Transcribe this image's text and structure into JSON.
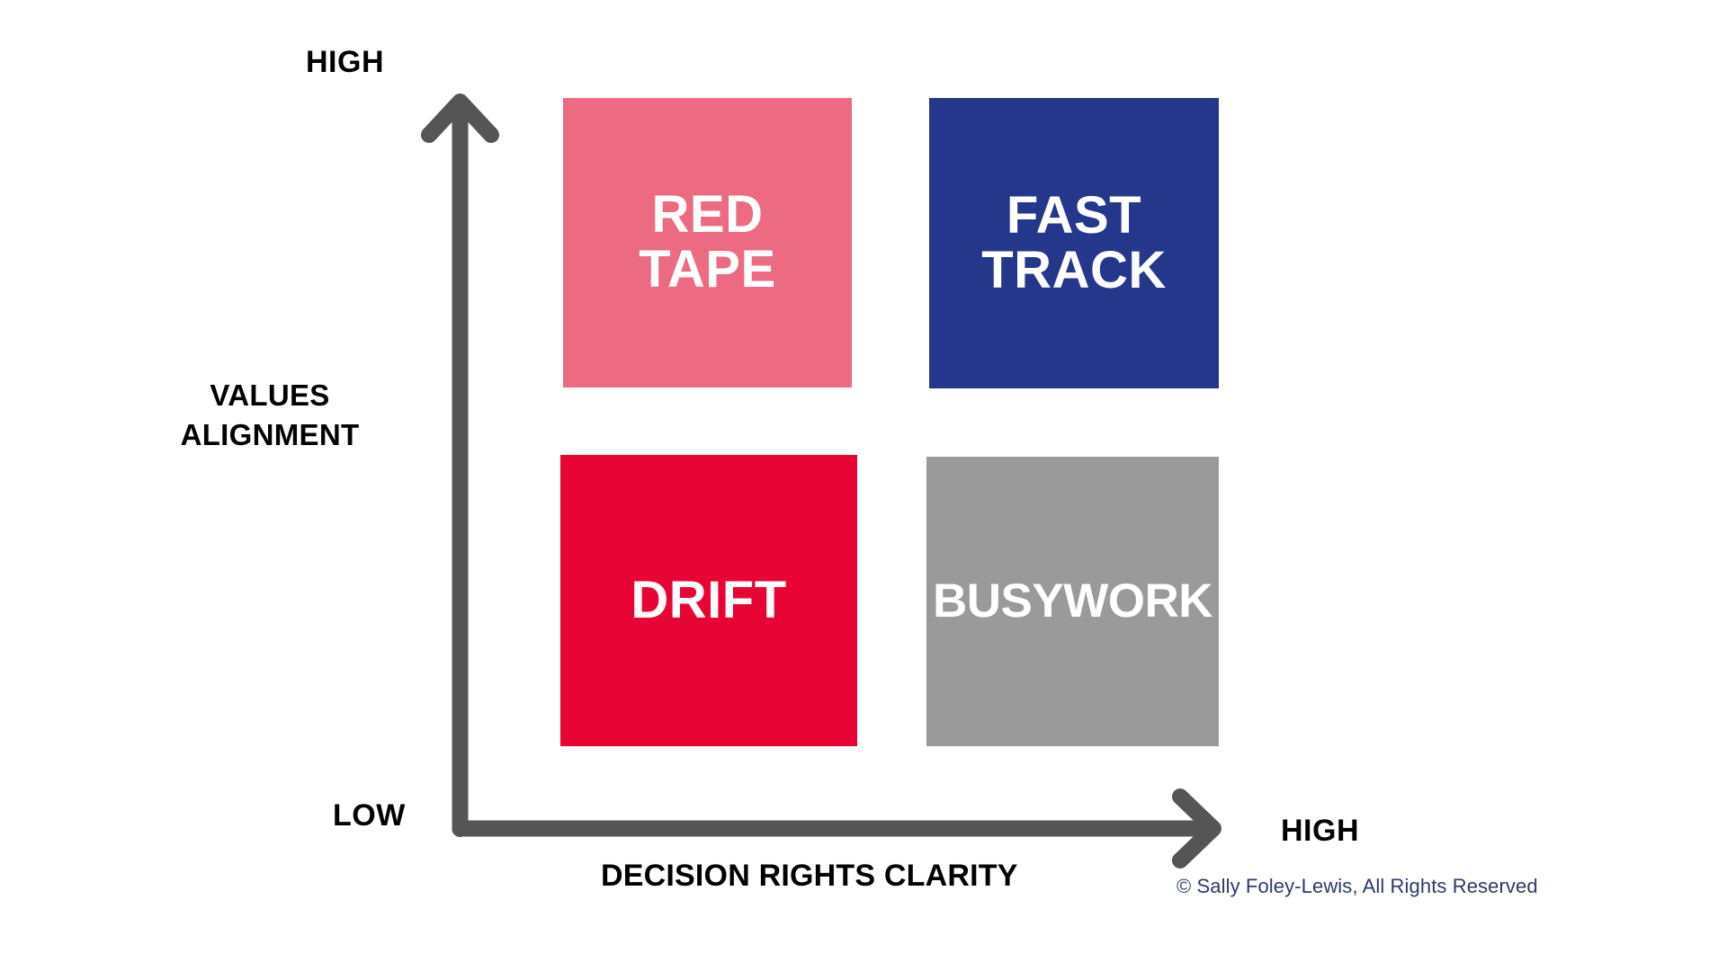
{
  "diagram": {
    "type": "2x2-matrix",
    "background_color": "#FFFFFF",
    "axes": {
      "color": "#555555",
      "y": {
        "title": "VALUES\nALIGNMENT",
        "high_label": "HIGH",
        "low_label": "LOW",
        "arrow_direction": "up",
        "arrow_icon": "arrow-up-icon"
      },
      "x": {
        "title": "DECISION RIGHTS CLARITY",
        "high_label": "HIGH",
        "arrow_direction": "right",
        "arrow_icon": "arrow-right-icon"
      }
    },
    "quadrants": [
      {
        "id": "red-tape",
        "label": "RED\nTAPE",
        "color": "#EC6A82",
        "text_color": "#FFFFFF",
        "position": "top-left",
        "meaning": "High values alignment, low decision rights clarity"
      },
      {
        "id": "fast-track",
        "label": "FAST\nTRACK",
        "color": "#25378A",
        "text_color": "#FFFFFF",
        "position": "top-right",
        "meaning": "High values alignment, high decision rights clarity"
      },
      {
        "id": "drift",
        "label": "DRIFT",
        "color": "#E80434",
        "text_color": "#FFFFFF",
        "position": "bottom-left",
        "meaning": "Low values alignment, low decision rights clarity"
      },
      {
        "id": "busywork",
        "label": "BUSYWORK",
        "color": "#9A9A9A",
        "text_color": "#FFFFFF",
        "position": "bottom-right",
        "meaning": "Low values alignment, high decision rights clarity"
      }
    ],
    "footer": {
      "copyright": "© Sally Foley-Lewis, All Rights Reserved",
      "color": "#2E3A6B"
    }
  }
}
